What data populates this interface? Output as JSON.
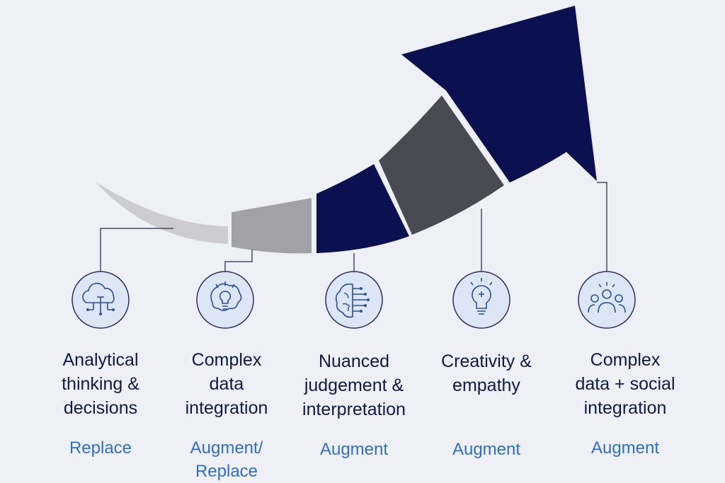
{
  "stages": [
    {
      "label": "Analytical\nthinking &\ndecisions",
      "action": "Replace",
      "icon": "cloud-circuit-icon"
    },
    {
      "label": "Complex\ndata\nintegration",
      "action": "Augment/\nReplace",
      "icon": "brain-lightbulb-icon"
    },
    {
      "label": "Nuanced\njudgement &\ninterpretation",
      "action": "Augment",
      "icon": "circuit-brain-icon"
    },
    {
      "label": "Creativity &\nempathy",
      "action": "Augment",
      "icon": "lightbulb-icon"
    },
    {
      "label": "Complex\ndata + social\nintegration",
      "action": "Augment",
      "icon": "people-group-icon"
    }
  ],
  "colors": {
    "background": "#eef0f5",
    "navy": "#0b1150",
    "dark_gray": "#4a4a55",
    "mid_gray": "#a1a1a6",
    "light_gray": "#cdcdd1",
    "icon_fill": "#dce6f4",
    "label_text": "#101a4a",
    "action_text": "#2f6fcc"
  }
}
